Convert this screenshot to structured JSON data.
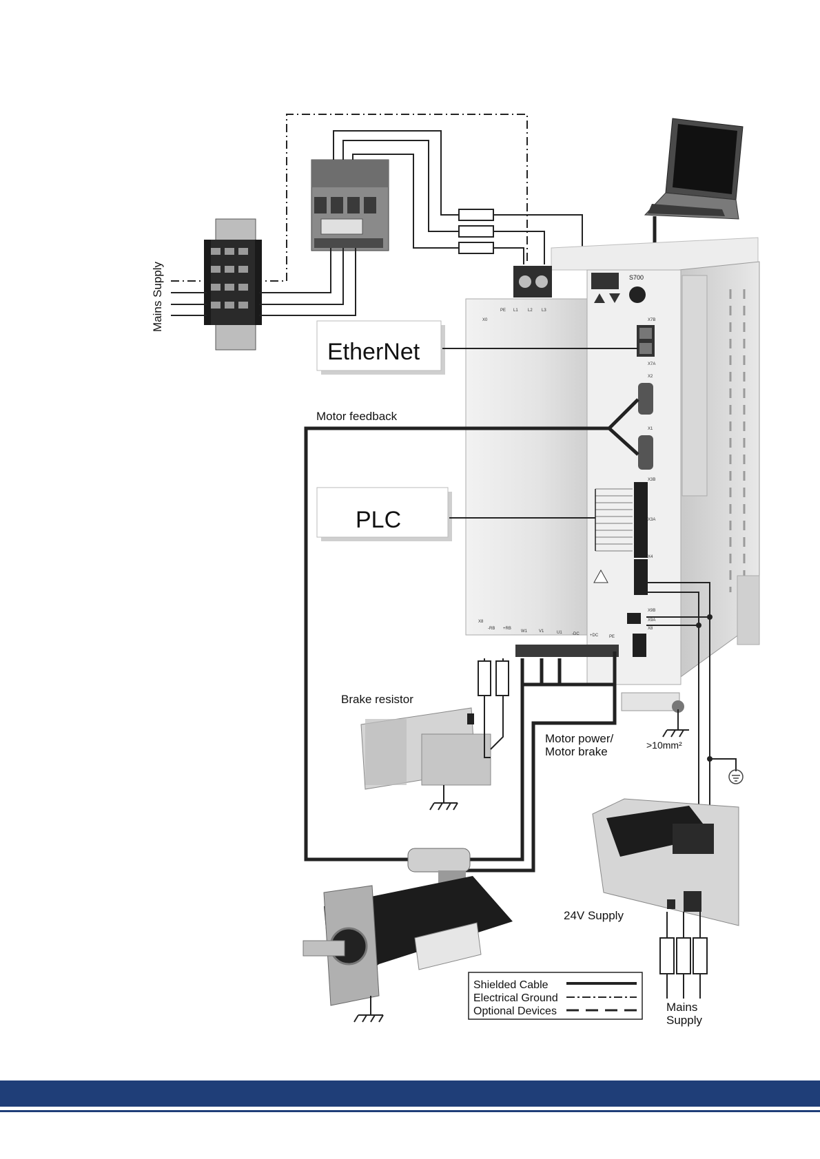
{
  "labels": {
    "mains_supply_left": "Mains Supply",
    "ethernet": "EtherNet",
    "motor_feedback": "Motor feedback",
    "plc": "PLC",
    "brake_resistor": "Brake resistor",
    "motor_power_line1": "Motor power/",
    "motor_power_line2": "Motor brake",
    "ground_section": ">10mm²",
    "supply_24v": "24V Supply",
    "mains_supply_right_line1": "Mains",
    "mains_supply_right_line2": "Supply"
  },
  "drive": {
    "model": "S700",
    "connectors": {
      "x0": "X0",
      "pe": "PE",
      "l1": "L1",
      "l2": "L2",
      "l3": "L3",
      "x7b": "X7B",
      "x7a": "X7A",
      "x2": "X2",
      "x1": "X1",
      "x3b": "X3B",
      "x3a": "X3A",
      "x4": "X4",
      "x9b": "X9B",
      "x9a": "X9A",
      "x8": "X8",
      "rb": "-RB",
      "rbp": "+RB",
      "w": "W1",
      "v": "V1",
      "u": "U1",
      "dc_minus": "-DC",
      "dc_plus": "+DC",
      "pe2": "PE"
    }
  },
  "legend": {
    "items": [
      {
        "label": "Shielded Cable",
        "style": "solid"
      },
      {
        "label": "Electrical Ground",
        "style": "dash-dot"
      },
      {
        "label": "Optional Devices",
        "style": "dashed"
      }
    ]
  },
  "colors": {
    "footer": "#1f3e78",
    "cable": "#222222",
    "device_fill": "#d9d9d9"
  }
}
